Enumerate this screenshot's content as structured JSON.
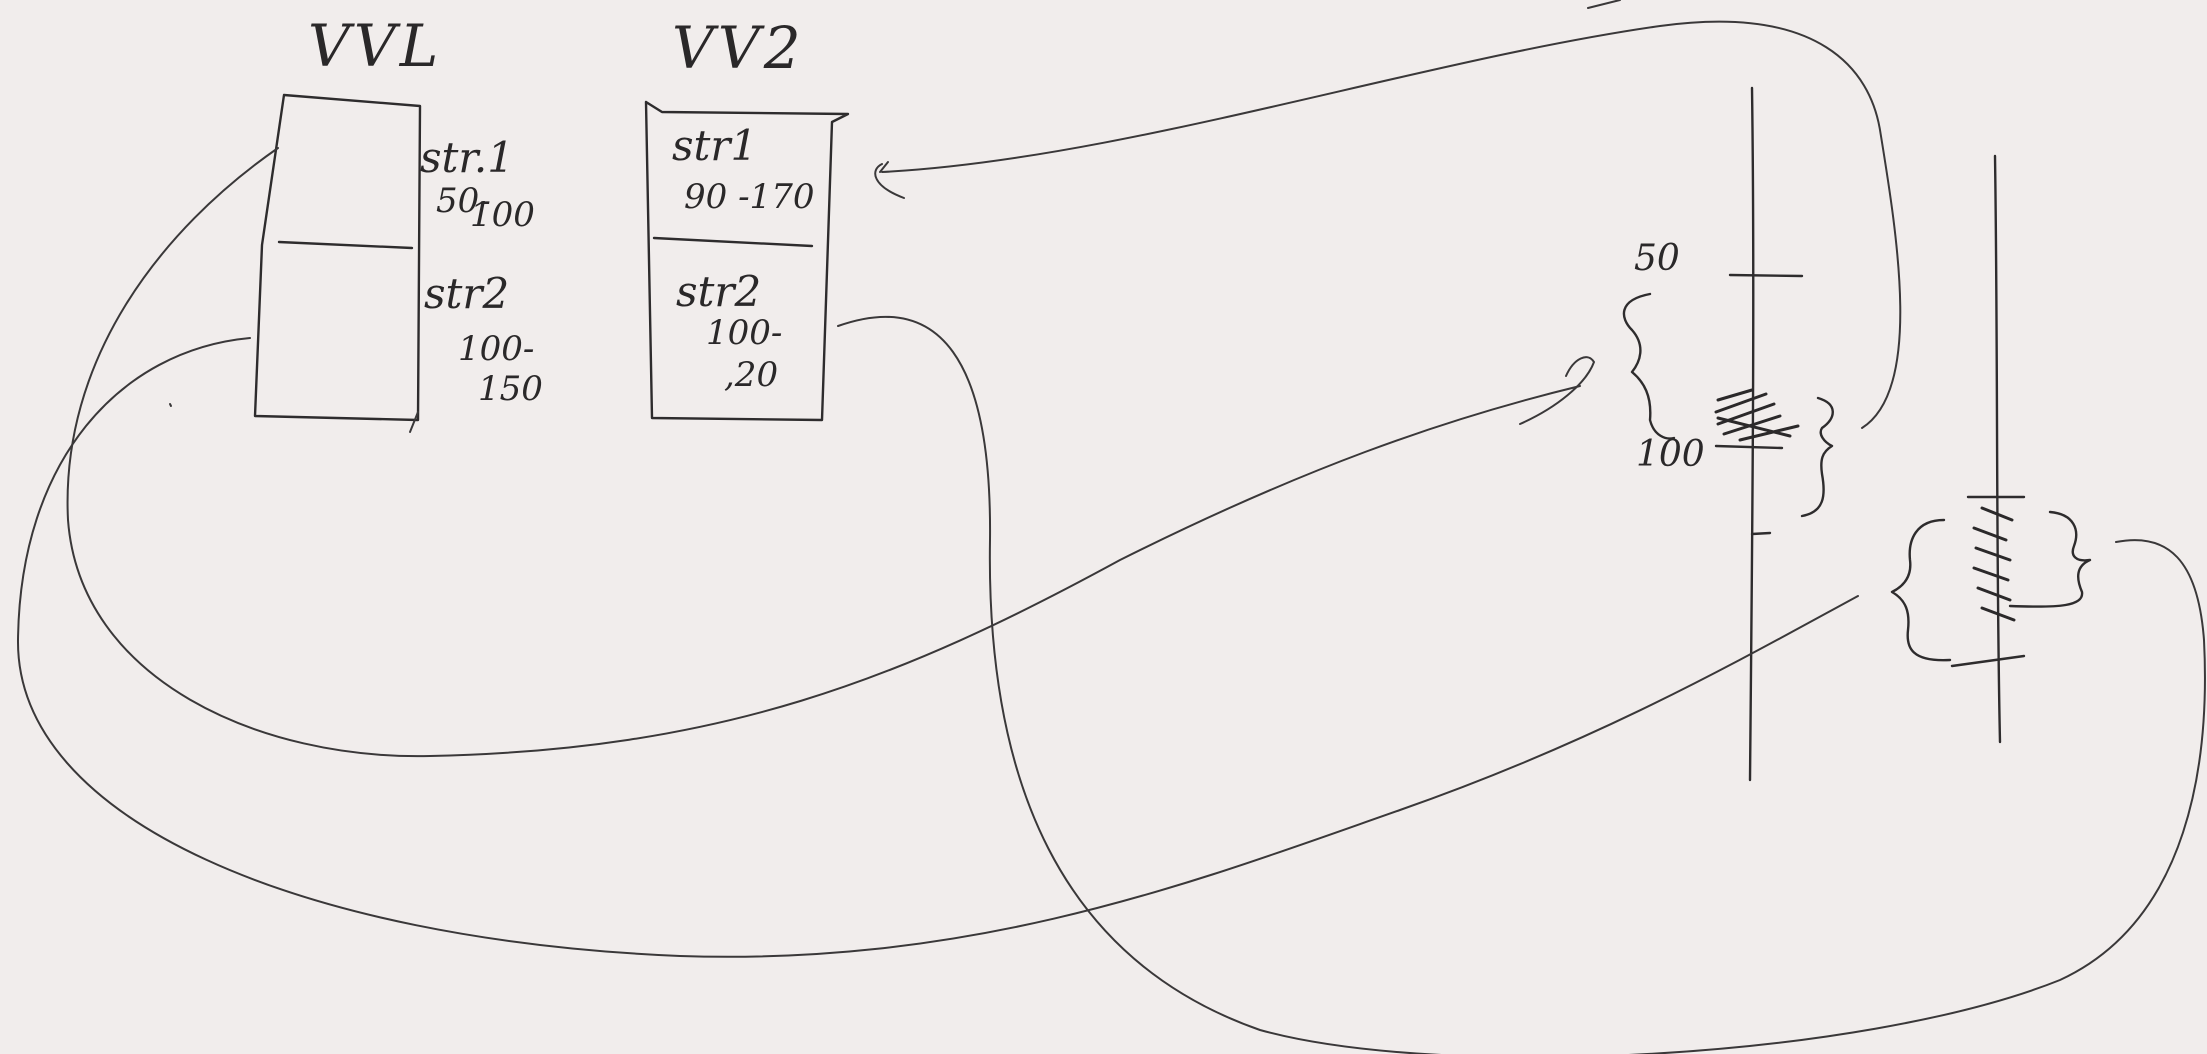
{
  "sketch": {
    "titles": {
      "vv1": "VVL",
      "vv2": "VV2"
    },
    "vv1_segments": [
      {
        "name": "str.1",
        "range_start": "50-",
        "range_end": "100"
      },
      {
        "name": "str2",
        "range_start": "100-",
        "range_end": "150"
      }
    ],
    "vv2_segments": [
      {
        "name": "str1",
        "range_start": "90 -170",
        "range_end": ""
      },
      {
        "name": "str2",
        "range_start": "100-",
        "range_end": ",20"
      }
    ],
    "axis_ticks": {
      "upper": "50",
      "lower": "100"
    }
  }
}
